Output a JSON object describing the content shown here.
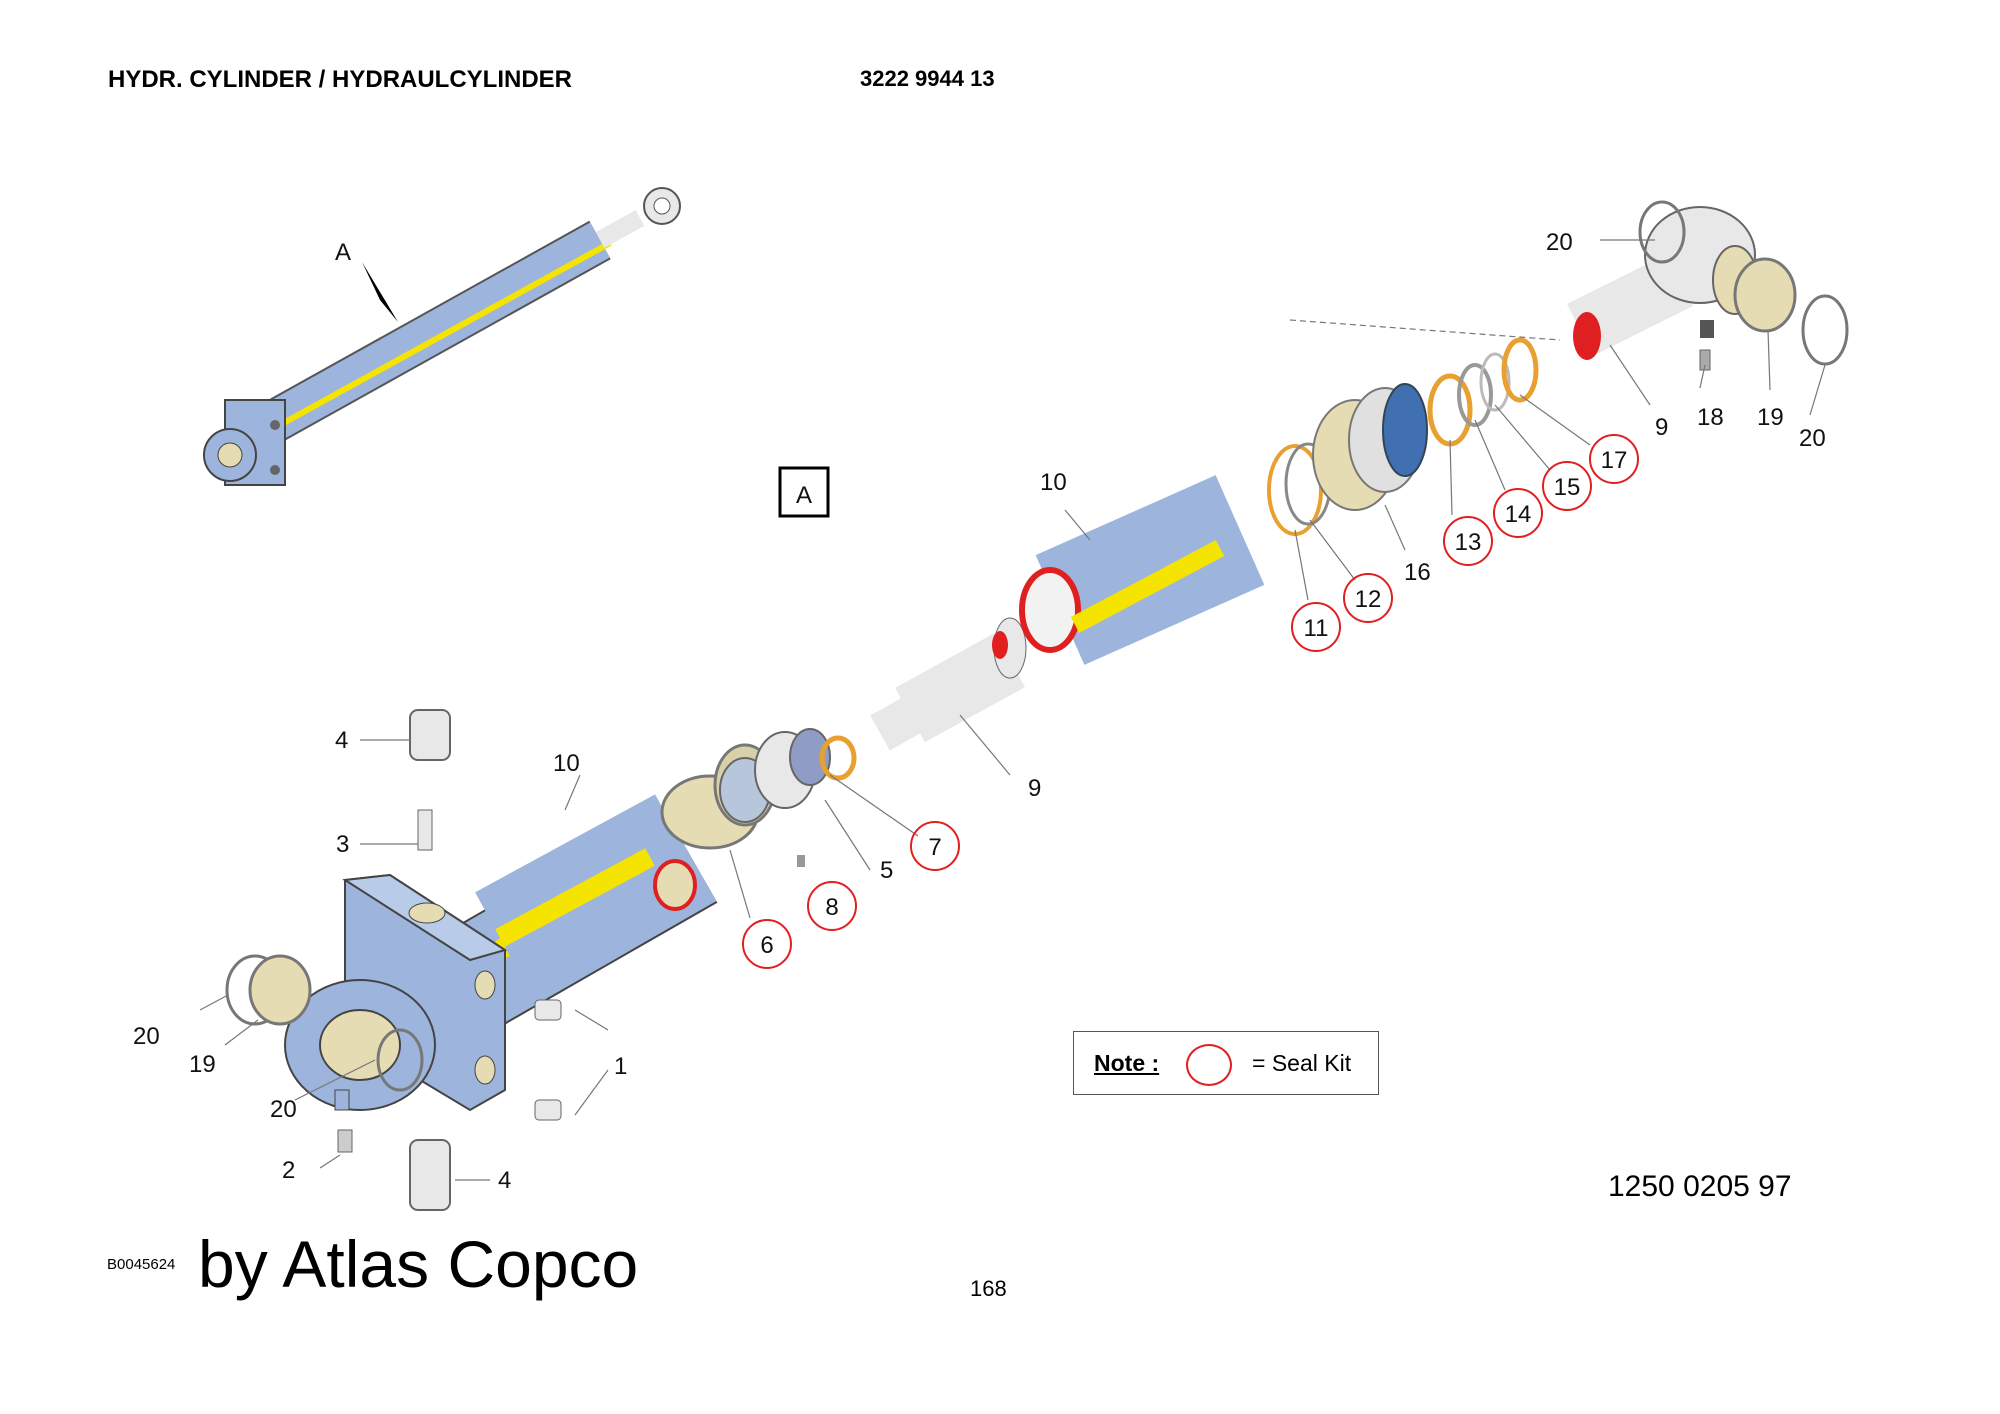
{
  "header": {
    "title": "HYDR. CYLINDER / HYDRAULCYLINDER",
    "part_number": "3222 9944 13"
  },
  "detail_view": {
    "pointer_label": "A",
    "box_label": "A"
  },
  "callouts": {
    "c1": "1",
    "c2": "2",
    "c3": "3",
    "c4a": "4",
    "c4b": "4",
    "c5": "5",
    "c6": "6",
    "c7": "7",
    "c8": "8",
    "c9a": "9",
    "c9b": "9",
    "c10a": "10",
    "c10b": "10",
    "c11": "11",
    "c12": "12",
    "c13": "13",
    "c14": "14",
    "c15": "15",
    "c16": "16",
    "c17": "17",
    "c18": "18",
    "c19a": "19",
    "c19b": "19",
    "c20a": "20",
    "c20b": "20",
    "c20c": "20",
    "c20d": "20"
  },
  "note": {
    "label": "Note :",
    "text": "= Seal Kit"
  },
  "document_code": "1250 0205 97",
  "image_id": "B0045624",
  "brand": "by Atlas Copco",
  "page_number": "168",
  "colors": {
    "cylinder_blue": "#9db4dd",
    "slot_yellow": "#f4e400",
    "seal_red": "#e02020",
    "seal_orange": "#e8a030",
    "chrome": "#e8e8e8",
    "bronze": "#e6dcb4"
  }
}
